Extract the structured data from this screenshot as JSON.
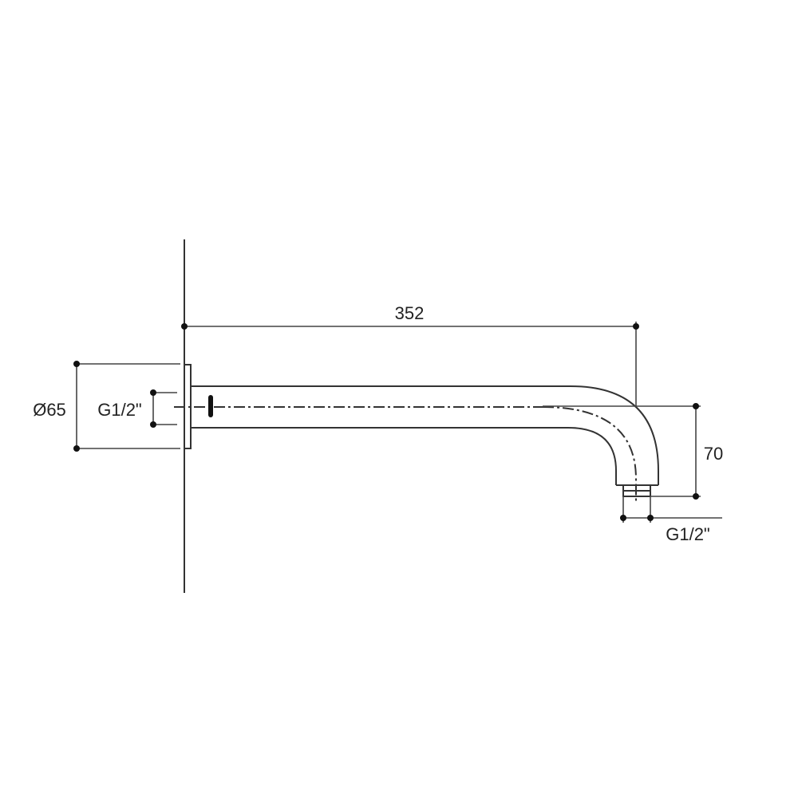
{
  "drawing": {
    "title": "Shower arm technical drawing",
    "colors": {
      "line": "#333333",
      "background": "#ffffff",
      "text": "#222222"
    },
    "dimensions": {
      "length": {
        "label": "352"
      },
      "flange_diameter": {
        "label": "Ø65"
      },
      "inlet_thread": {
        "label": "G1/2\""
      },
      "drop_height": {
        "label": "70"
      },
      "outlet_thread": {
        "label": "G1/2\""
      }
    }
  }
}
